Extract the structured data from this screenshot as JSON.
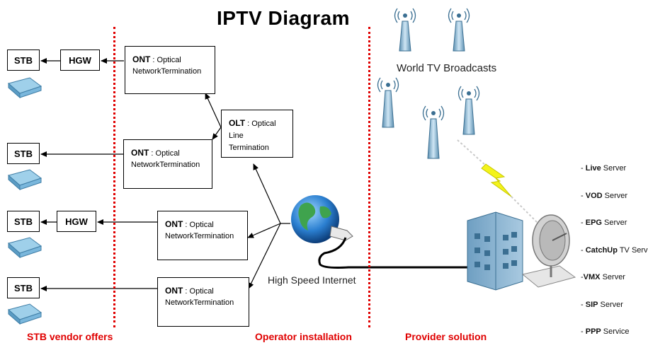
{
  "title": "IPTV  Diagram",
  "stb_label": "STB",
  "hgw_label": "HGW",
  "ont": {
    "abbr": "ONT",
    "sep": " : ",
    "line1": "Optical",
    "line2": "NetworkTermination"
  },
  "olt": {
    "abbr": "OLT",
    "sep": " : ",
    "line1": "Optical",
    "line2": "Line Termination"
  },
  "world_label": "World TV Broadcasts",
  "internet_label": "High Speed Internet",
  "zones": {
    "vendor": "STB vendor offers",
    "operator": "Operator installation",
    "provider": "Provider solution"
  },
  "servers": [
    {
      "prefix": "- ",
      "bold": "Live",
      "rest": " Server"
    },
    {
      "prefix": "- ",
      "bold": "VOD",
      "rest": " Server"
    },
    {
      "prefix": "- ",
      "bold": "EPG",
      "rest": " Server"
    },
    {
      "prefix": "- ",
      "bold": "CatchUp",
      "rest": " TV Server"
    },
    {
      "prefix": "-",
      "bold": "VMX",
      "rest": " Server"
    },
    {
      "prefix": "- ",
      "bold": "SIP",
      "rest": " Server"
    },
    {
      "prefix": "- ",
      "bold": "PPP",
      "rest": "  Service"
    }
  ],
  "colors": {
    "divider": "#e00000",
    "zone_label": "#e00000",
    "device": "#7fb6d6",
    "building": "#8db4cf"
  }
}
